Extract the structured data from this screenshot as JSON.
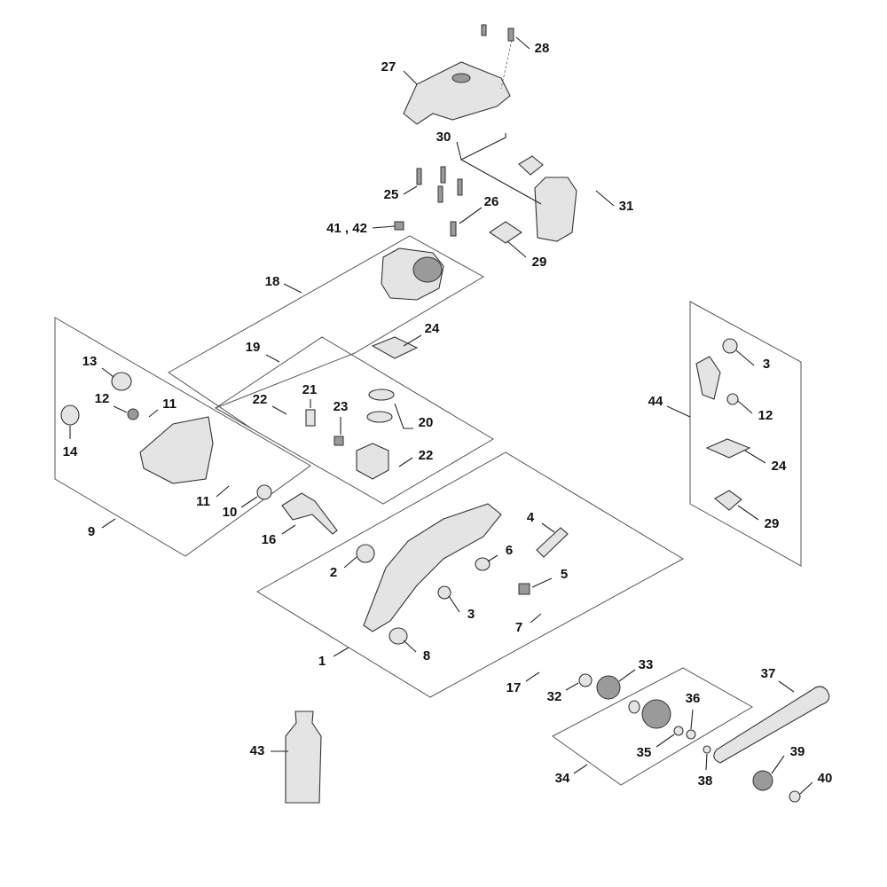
{
  "callouts": {
    "c27": "27",
    "c28": "28",
    "c30": "30",
    "c25": "25",
    "c26": "26",
    "c31": "31",
    "c41": "41 , 42",
    "c29a": "29",
    "c18": "18",
    "c24a": "24",
    "c19": "19",
    "c13": "13",
    "c12a": "12",
    "c11a": "11",
    "c22a": "22",
    "c21": "21",
    "c23": "23",
    "c20": "20",
    "c14": "14",
    "c22b": "22",
    "c11b": "11",
    "c10": "10",
    "c9": "9",
    "c16": "16",
    "c2": "2",
    "c6": "6",
    "c4": "4",
    "c5": "5",
    "c3a": "3",
    "c7": "7",
    "c1": "1",
    "c8": "8",
    "c3b": "3",
    "c44": "44",
    "c12b": "12",
    "c24b": "24",
    "c29b": "29",
    "c33": "33",
    "c37": "37",
    "c17": "17",
    "c32": "32",
    "c36": "36",
    "c35": "35",
    "c39": "39",
    "c34": "34",
    "c38": "38",
    "c40": "40",
    "c43": "43"
  }
}
